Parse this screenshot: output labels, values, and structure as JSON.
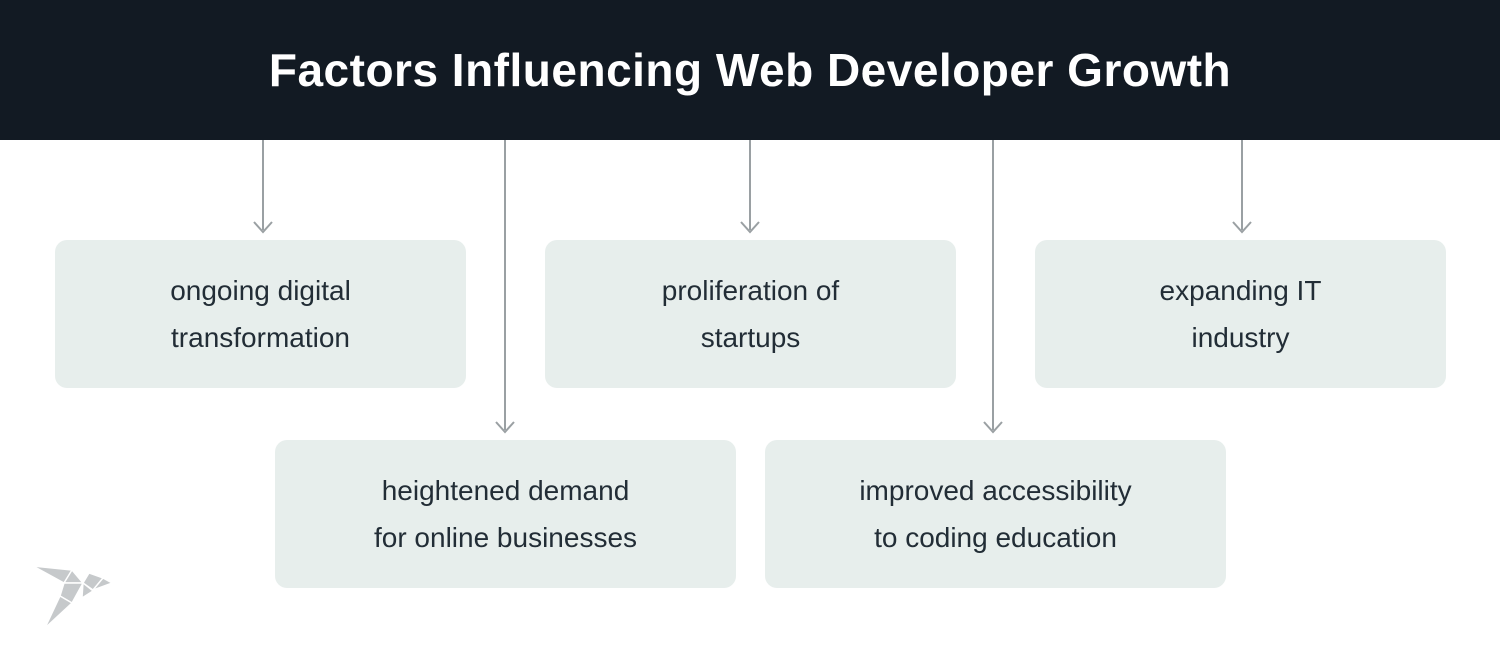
{
  "header": {
    "title": "Factors Influencing Web Developer Growth"
  },
  "cards": [
    {
      "id": "ongoing-digital-transformation",
      "lines": [
        "ongoing digital",
        "transformation"
      ]
    },
    {
      "id": "proliferation-of-startups",
      "lines": [
        "proliferation of",
        "startups"
      ]
    },
    {
      "id": "expanding-it-industry",
      "lines": [
        "expanding IT",
        "industry"
      ]
    },
    {
      "id": "heightened-demand-online",
      "lines": [
        "heightened demand",
        "for online businesses"
      ]
    },
    {
      "id": "improved-coding-education",
      "lines": [
        "improved accessibility",
        "to coding education"
      ]
    }
  ],
  "icons": {
    "logo": "origami-bird-logo",
    "connector": "down-arrow"
  },
  "colors": {
    "header_bg": "#121a23",
    "title_text": "#ffffff",
    "card_bg": "#e7eeec",
    "card_text": "#222d36",
    "arrow": "#9aa0a3",
    "logo": "#c6c9cb",
    "page_bg": "#ffffff"
  }
}
